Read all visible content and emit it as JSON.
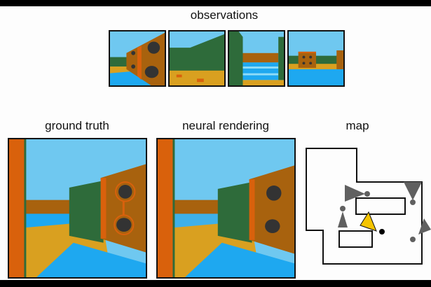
{
  "sections": {
    "observations": {
      "title": "observations",
      "frame_count": 4
    },
    "ground_truth": {
      "title": "ground truth"
    },
    "neural_rendering": {
      "title": "neural rendering"
    },
    "map": {
      "title": "map"
    }
  },
  "colors": {
    "sky": "#6fc8f0",
    "wall_brown": "#a8620e",
    "wall_orange": "#d9610c",
    "wall_green": "#2e6b3a",
    "floor_yellow": "#d9a020",
    "water_blue": "#1ea8f0",
    "agent_yellow": "#f5c400",
    "other_agents": "#606060"
  }
}
